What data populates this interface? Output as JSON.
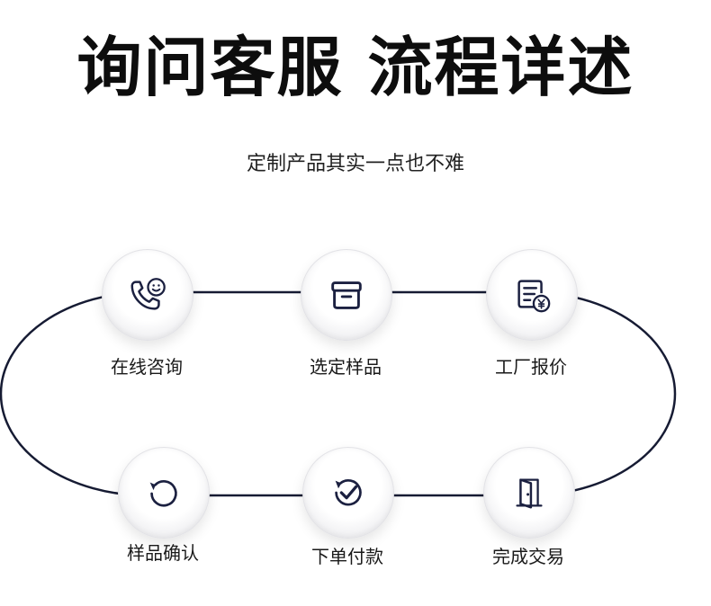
{
  "header": {
    "title": "询问客服 流程详述",
    "subtitle": "定制产品其实一点也不难"
  },
  "steps": [
    {
      "label": "在线咨询",
      "icon": "phone-smile-icon"
    },
    {
      "label": "选定样品",
      "icon": "box-icon"
    },
    {
      "label": "工厂报价",
      "icon": "quote-document-icon"
    },
    {
      "label": "样品确认",
      "icon": "refresh-icon"
    },
    {
      "label": "下单付款",
      "icon": "check-refresh-icon"
    },
    {
      "label": "完成交易",
      "icon": "door-icon"
    }
  ],
  "colors": {
    "track": "#161b33",
    "icon": "#1b2040",
    "text": "#111111"
  }
}
